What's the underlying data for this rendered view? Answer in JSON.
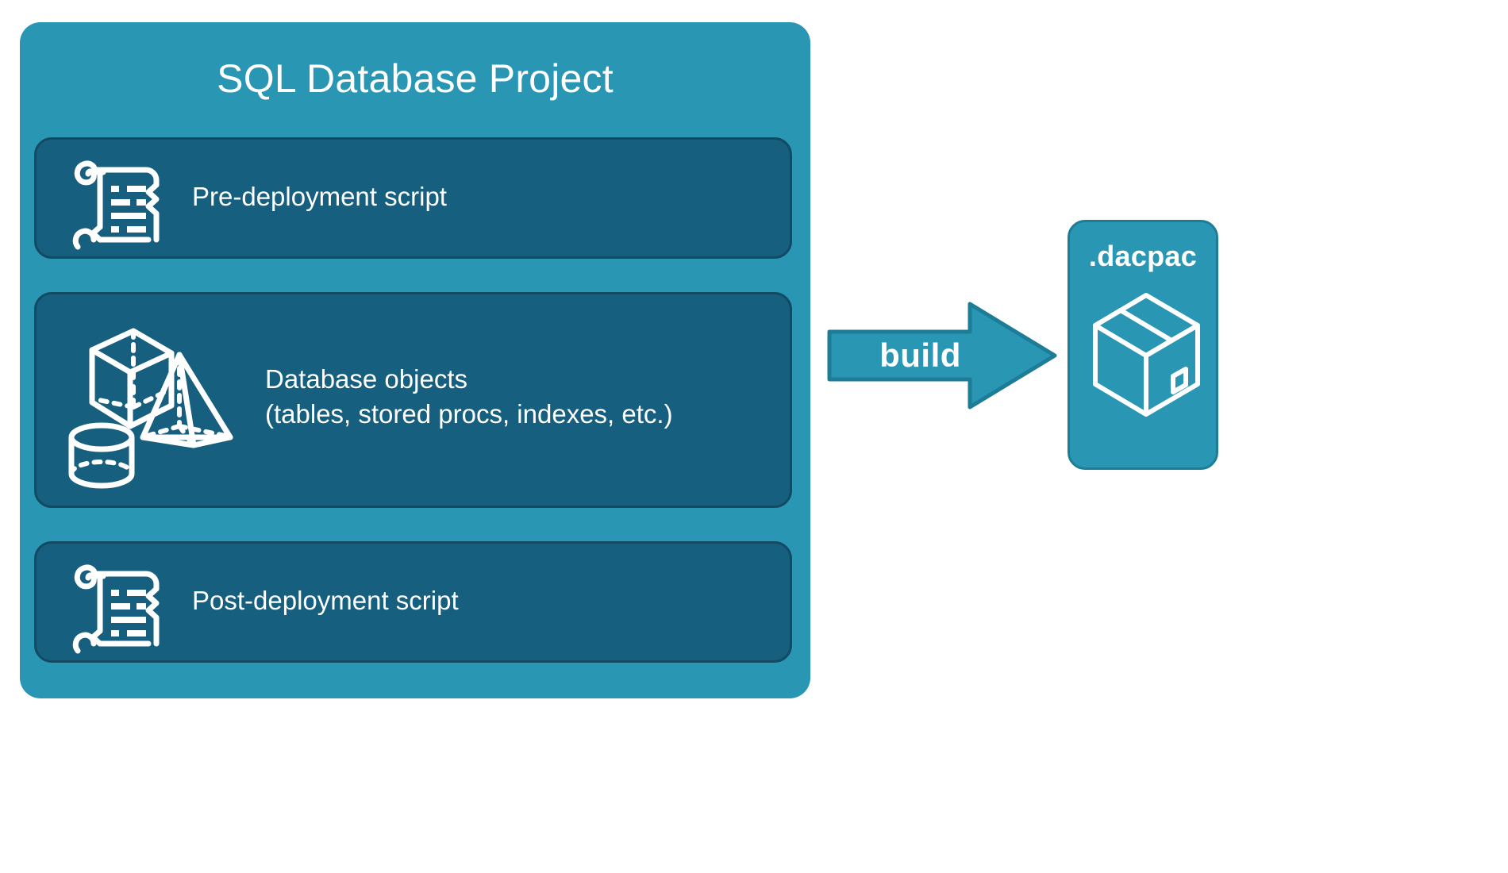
{
  "diagram": {
    "type": "flow",
    "background": "#ffffff",
    "colors": {
      "container_teal": "#2996b3",
      "panel_dark_teal": "#175f7e",
      "panel_border": "#124a63",
      "arrow_fill": "#2996b3",
      "arrow_border": "#1d7d97",
      "text_white": "#ffffff"
    }
  },
  "project": {
    "title": "SQL Database Project",
    "panels": [
      {
        "id": "pre-deployment",
        "label": "Pre-deployment script",
        "icon": "scroll-icon"
      },
      {
        "id": "database-objects",
        "label": "Database objects\n(tables, stored procs, indexes, etc.)",
        "line1": "Database objects",
        "line2": "(tables, stored procs, indexes, etc.)",
        "icons": [
          "cube-icon",
          "pyramid-icon",
          "cylinder-icon"
        ]
      },
      {
        "id": "post-deployment",
        "label": "Post-deployment script",
        "icon": "scroll-icon"
      }
    ]
  },
  "build": {
    "label": "build",
    "icon": "right-arrow-icon"
  },
  "output": {
    "title": ".dacpac",
    "icon": "package-box-icon"
  }
}
